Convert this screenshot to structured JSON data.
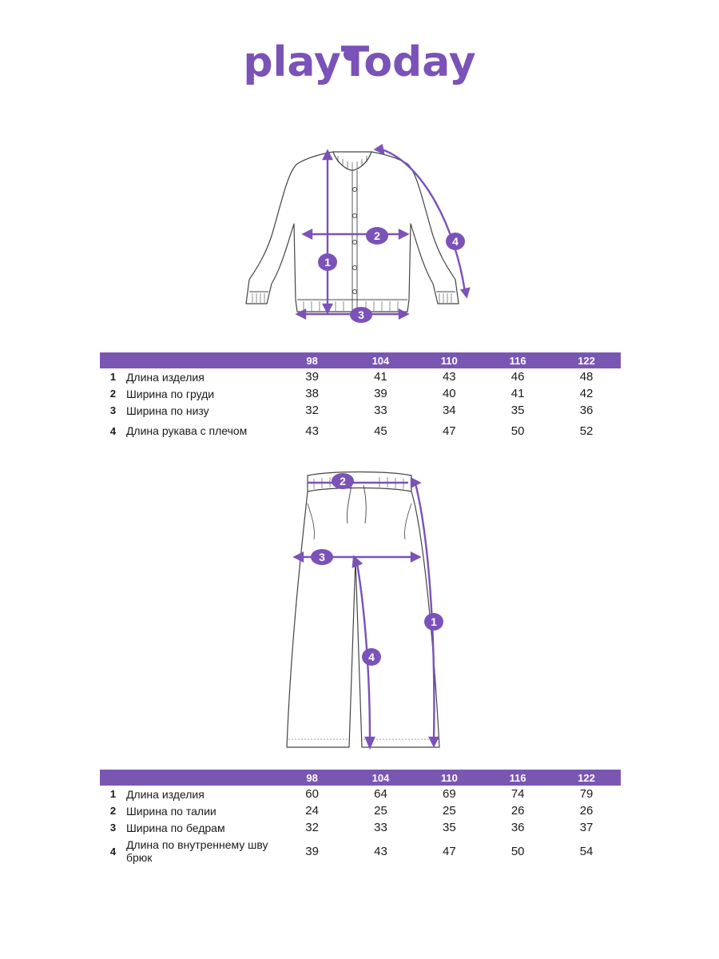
{
  "brand": {
    "name": "playToday",
    "color": "#7a52b8"
  },
  "jacket": {
    "markers": [
      "1",
      "2",
      "3",
      "4"
    ],
    "sizes": [
      "98",
      "104",
      "110",
      "116",
      "122"
    ],
    "rows": [
      {
        "num": "1",
        "label": "Длина изделия",
        "values": [
          "39",
          "41",
          "43",
          "46",
          "48"
        ]
      },
      {
        "num": "2",
        "label": "Ширина по груди",
        "values": [
          "38",
          "39",
          "40",
          "41",
          "42"
        ]
      },
      {
        "num": "3",
        "label": "Ширина по низу",
        "values": [
          "32",
          "33",
          "34",
          "35",
          "36"
        ]
      },
      {
        "num": "4",
        "label": "Длина рукава с плечом",
        "values": [
          "43",
          "45",
          "47",
          "50",
          "52"
        ]
      }
    ]
  },
  "pants": {
    "markers": [
      "1",
      "2",
      "3",
      "4"
    ],
    "sizes": [
      "98",
      "104",
      "110",
      "116",
      "122"
    ],
    "rows": [
      {
        "num": "1",
        "label": "Длина изделия",
        "values": [
          "60",
          "64",
          "69",
          "74",
          "79"
        ]
      },
      {
        "num": "2",
        "label": "Ширина по талии",
        "values": [
          "24",
          "25",
          "25",
          "26",
          "26"
        ]
      },
      {
        "num": "3",
        "label": "Ширина по бедрам",
        "values": [
          "32",
          "33",
          "35",
          "36",
          "37"
        ]
      },
      {
        "num": "4",
        "label": "Длина по внутреннему шву брюк",
        "values": [
          "39",
          "43",
          "47",
          "50",
          "54"
        ]
      }
    ]
  }
}
